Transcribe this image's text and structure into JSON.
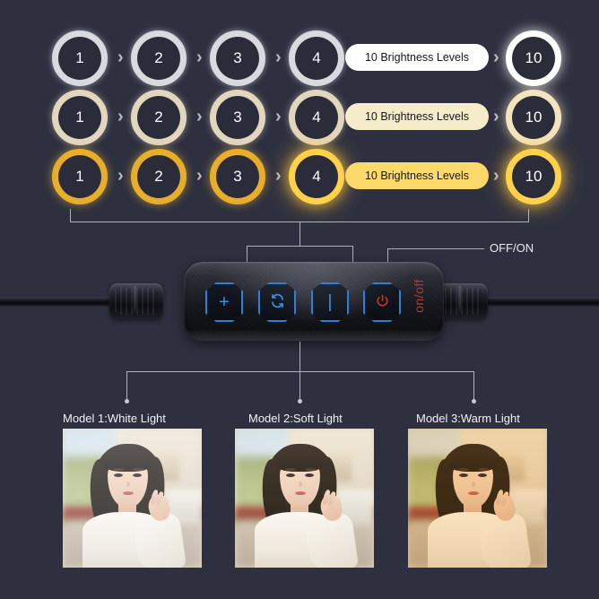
{
  "background_color": "#2e3040",
  "brightness_rows": [
    {
      "id": "white",
      "mode_name": "White Light",
      "ring_style": "w",
      "ring_color": "#d9dadf",
      "pill_color": "#ffffff",
      "pill_text": "10 Brightness Levels",
      "steps": [
        "1",
        "2",
        "3",
        "4"
      ],
      "final_step": "10",
      "separator": "›",
      "separator_triple": "›››"
    },
    {
      "id": "soft",
      "mode_name": "Soft Light",
      "ring_style": "s",
      "ring_color": "#e2d6bd",
      "pill_color": "#f7ecca",
      "pill_text": "10 Brightness Levels",
      "steps": [
        "1",
        "2",
        "3",
        "4"
      ],
      "final_step": "10",
      "separator": "›",
      "separator_triple": "›››"
    },
    {
      "id": "warm",
      "mode_name": "Warm Light",
      "ring_style": "g",
      "ring_color": "#e8ae2a",
      "pill_color": "#fbd96b",
      "pill_text": "10 Brightness Levels",
      "steps": [
        "1",
        "2",
        "3",
        "4"
      ],
      "final_step": "10",
      "separator": "›",
      "separator_triple": "›››"
    }
  ],
  "callouts": {
    "off_on": "OFF/ON"
  },
  "controller": {
    "side_label": "on/off",
    "side_label_color": "#b03a2e",
    "button_outline_color": "#2f7fd8",
    "buttons": [
      {
        "name": "brightness-up",
        "glyph": "+",
        "icon": "plus-icon",
        "color": "#3f8fe0"
      },
      {
        "name": "mode-switch",
        "glyph": "",
        "icon": "cycle-arrows-icon",
        "color": "#3f8fe0"
      },
      {
        "name": "brightness-down",
        "glyph": "|",
        "icon": "minus-icon",
        "color": "#3f8fe0"
      },
      {
        "name": "power",
        "glyph": "",
        "icon": "power-icon",
        "color": "#c0392b"
      }
    ]
  },
  "models": [
    {
      "label": "Model 1:White Light",
      "tone": "cool-white"
    },
    {
      "label": "Model 2:Soft Light",
      "tone": "neutral-soft"
    },
    {
      "label": "Model 3:Warm Light",
      "tone": "warm-amber"
    }
  ]
}
